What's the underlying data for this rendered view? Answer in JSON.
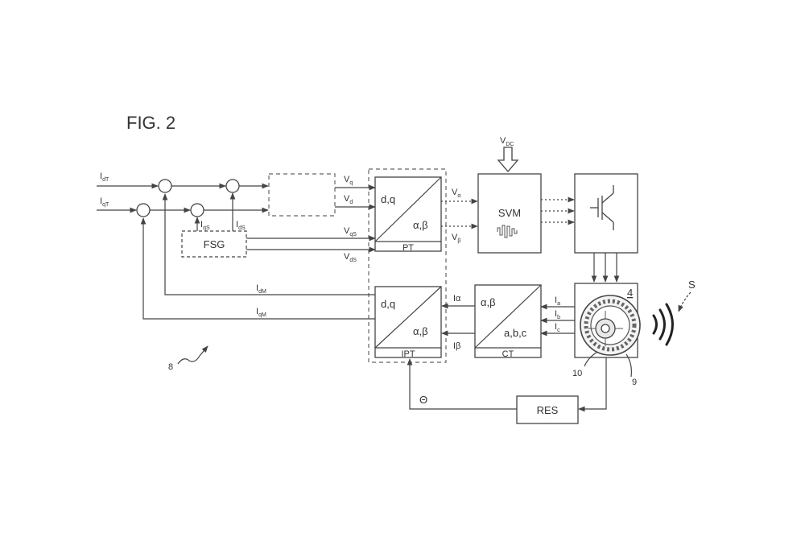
{
  "figure": {
    "title": "FIG. 2",
    "ref_system": "8"
  },
  "inputs": {
    "i_dt": {
      "main": "I",
      "sub": "dT"
    },
    "i_qt": {
      "main": "I",
      "sub": "qT"
    }
  },
  "signals": {
    "v_q": {
      "main": "V",
      "sub": "q"
    },
    "v_d": {
      "main": "V",
      "sub": "d"
    },
    "v_qs": {
      "main": "V",
      "sub": "qS"
    },
    "v_ds": {
      "main": "V",
      "sub": "dS"
    },
    "i_qs": {
      "main": "I",
      "sub": "qS"
    },
    "i_ds": {
      "main": "I",
      "sub": "dS"
    },
    "v_alpha": {
      "main": "V",
      "sub": "α"
    },
    "v_beta": {
      "main": "V",
      "sub": "β"
    },
    "v_dc": {
      "main": "V",
      "sub": "DC"
    },
    "i_dm": {
      "main": "I",
      "sub": "dM"
    },
    "i_qm": {
      "main": "I",
      "sub": "qM"
    },
    "i_alpha": "Iα",
    "i_beta": "Iβ",
    "i_a": {
      "main": "I",
      "sub": "a"
    },
    "i_b": {
      "main": "I",
      "sub": "b"
    },
    "i_c": {
      "main": "I",
      "sub": "c"
    },
    "theta": "Θ",
    "s": "S"
  },
  "blocks": {
    "fsg": "FSG",
    "pt": {
      "tl": "d,q",
      "br": "α,β",
      "label": "PT"
    },
    "ipt": {
      "tl": "d,q",
      "br": "α,β",
      "label": "IPT"
    },
    "ct": {
      "tl": "α,β",
      "br": "a,b,c",
      "label": "CT"
    },
    "svm": "SVM",
    "res": "RES",
    "motor_ref": "4",
    "rotor_ref": "10",
    "stator_ref": "9"
  }
}
